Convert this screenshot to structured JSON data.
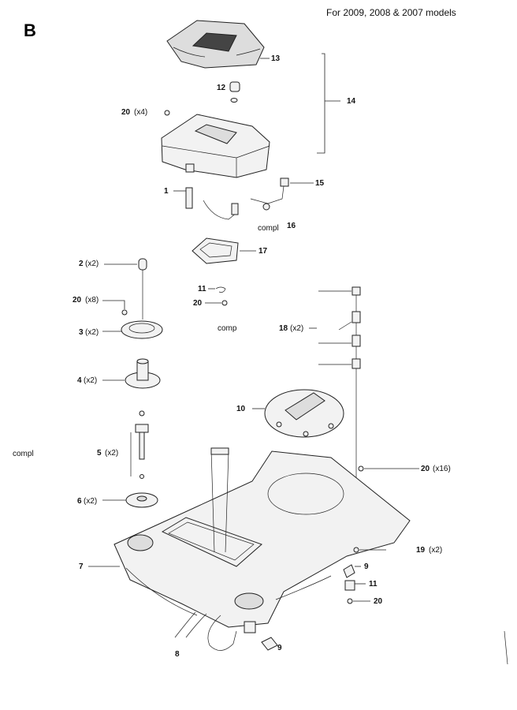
{
  "section_letter": "B",
  "header_note": "For 2009, 2008 & 2007 models",
  "labels": {
    "p13": "13",
    "p12": "12",
    "p14": "14",
    "p20a": "20",
    "p20a_q": "(x4)",
    "p1": "1",
    "p15": "15",
    "p16_comp": "compl",
    "p16": "16",
    "p17": "17",
    "p2": "2",
    "p2_q": "(x2)",
    "p11a": "11",
    "p20b": "20",
    "p20c": "20",
    "p20c_q": "(x8)",
    "p3": "3",
    "p3_q": "(x2)",
    "comp": "comp",
    "p18": "18",
    "p18_q": "(x2)",
    "p4": "4",
    "p4_q": "(x2)",
    "p10": "10",
    "compl_left": "compl",
    "p5": "5",
    "p5_q": "(x2)",
    "p20d": "20",
    "p20d_q": "(x16)",
    "p6": "6",
    "p6_q": "(x2)",
    "p19": "19",
    "p19_q": "(x2)",
    "p7": "7",
    "p9a": "9",
    "p11b": "11",
    "p20e": "20",
    "p8": "8",
    "p9b": "9"
  }
}
